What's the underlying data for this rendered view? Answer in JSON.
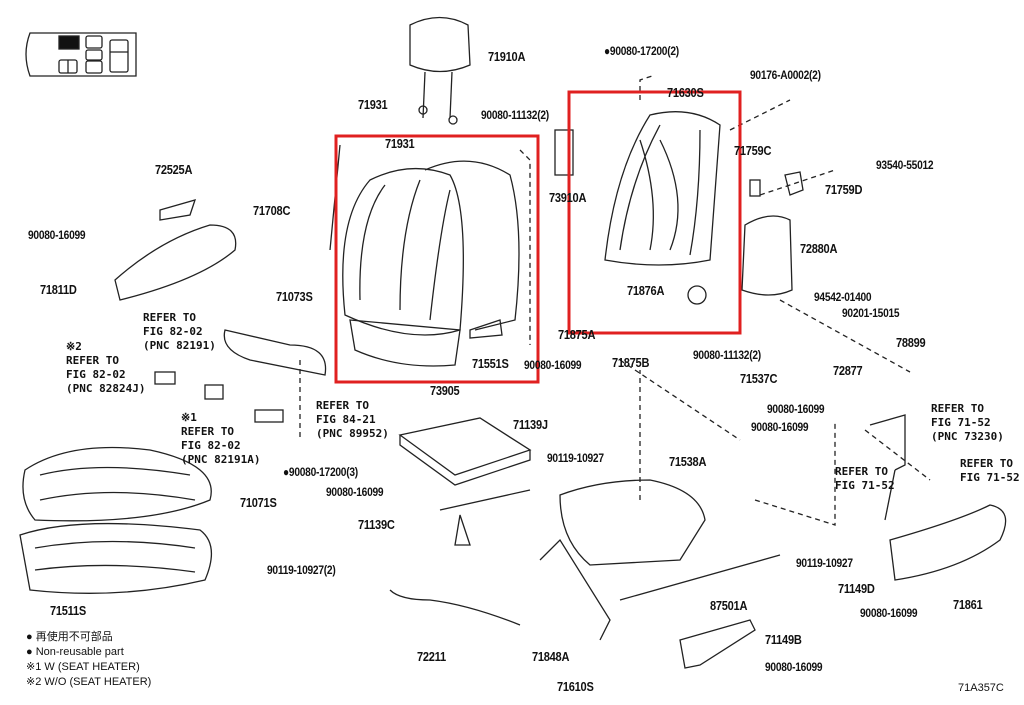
{
  "parts": {
    "p71910A": "71910A",
    "p71931a": "71931",
    "p71931b": "71931",
    "p90080_11132_top": "90080-11132(2)",
    "p90080_17200_2": "●90080-17200(2)",
    "p71630S": "71630S",
    "p90176": "90176-A0002(2)",
    "p71759C": "71759C",
    "p93540": "93540-55012",
    "p71759D": "71759D",
    "p73910A": "73910A",
    "p72880A": "72880A",
    "p72525A": "72525A",
    "p71708C": "71708C",
    "p90080_16099_a": "90080-16099",
    "p71811D": "71811D",
    "p71073S": "71073S",
    "p71876A": "71876A",
    "p94542": "94542-01400",
    "p90201": "90201-15015",
    "p71875A": "71875A",
    "p71551S": "71551S",
    "p78899": "78899",
    "p90080_11132_bot": "90080-11132(2)",
    "p72877": "72877",
    "p90080_16099_b": "90080-16099",
    "p71875B": "71875B",
    "p71537C": "71537C",
    "p73905": "73905",
    "p71139J": "71139J",
    "p90080_16099_c": "90080-16099",
    "p90080_16099_d": "90080-16099",
    "p90119_a": "90119-10927",
    "p71538A": "71538A",
    "p90080_17200_3": "●90080-17200(3)",
    "p90080_16099_e": "90080-16099",
    "p71071S": "71071S",
    "p71139C": "71139C",
    "p90119_b": "90119-10927",
    "p90119_c": "90119-10927(2)",
    "p71149D": "71149D",
    "p87501A": "87501A",
    "p90080_16099_f": "90080-16099",
    "p71511S": "71511S",
    "p71861": "71861",
    "p71149B": "71149B",
    "p90080_16099_g": "90080-16099",
    "p72211": "72211",
    "p71848A": "71848A",
    "p71610S": "71610S"
  },
  "refs": {
    "r1": [
      "REFER TO",
      "FIG 82-02",
      "(PNC 82191)"
    ],
    "r2": [
      "※2",
      "REFER TO",
      "FIG 82-02",
      "(PNC 82824J)"
    ],
    "r3": [
      "※1",
      "REFER TO",
      "FIG 82-02",
      "(PNC 82191A)"
    ],
    "r4": [
      "REFER TO",
      "FIG 84-21",
      "(PNC 89952)"
    ],
    "r5": [
      "REFER TO",
      "FIG 71-52",
      "(PNC 73230)"
    ],
    "r6": [
      "REFER TO",
      "FIG 71-52"
    ],
    "r7": [
      "REFER TO",
      "FIG 71-52"
    ]
  },
  "legend": [
    "● 再使用不可部品",
    "● Non-reusable part",
    "※1  W (SEAT HEATER)",
    "※2  W/O (SEAT HEATER)"
  ],
  "figure_code": "71A357C",
  "highlight_color": "#e02020"
}
